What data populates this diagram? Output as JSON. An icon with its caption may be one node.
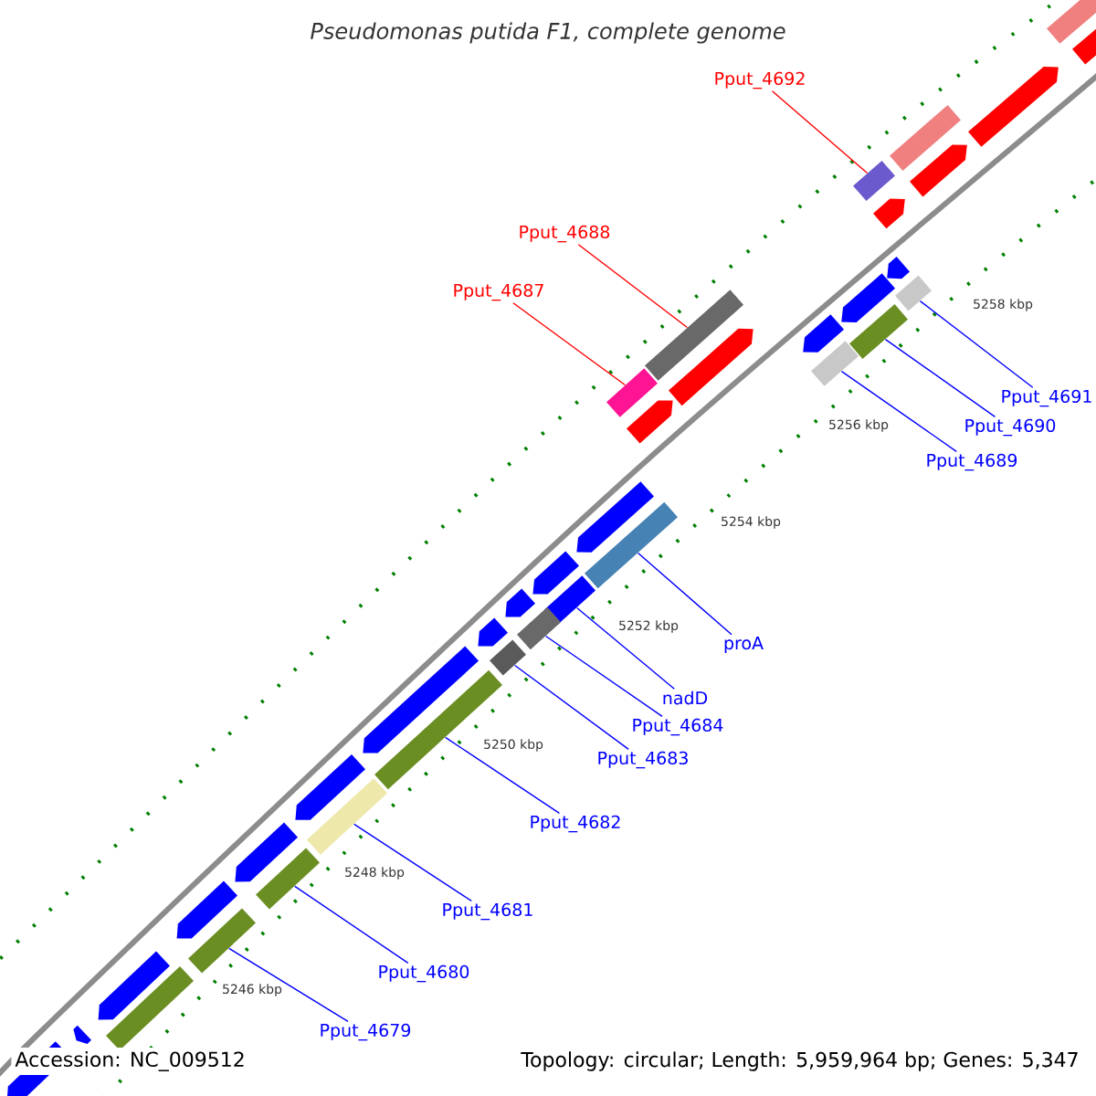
{
  "diagram": {
    "title": "Pseudomonas putida F1, complete genome",
    "nodes": [
      {
        "text": [
          "Pput_4692"
        ]
      },
      {
        "text": [],
        "shape": "bar"
      },
      {
        "text": [
          "Pput_4688"
        ]
      },
      {
        "text": [],
        "shape": "bar"
      },
      {
        "text": [
          "Pput_4687"
        ]
      },
      {
        "text": [],
        "shape": "bar"
      },
      {
        "text": [
          "Pput_4691"
        ]
      },
      {
        "text": [],
        "shape": "bar"
      },
      {
        "text": [
          "Pput_4690"
        ]
      },
      {
        "text": [],
        "shape": "bar"
      },
      {
        "text": [
          "Pput_4689"
        ]
      },
      {
        "text": [],
        "shape": "bar"
      },
      {
        "text": [
          "proA"
        ]
      },
      {
        "text": [],
        "shape": "bar"
      },
      {
        "text": [
          "nadD"
        ]
      },
      {
        "text": [],
        "shape": "bar"
      },
      {
        "text": [
          "Pput_4684"
        ]
      },
      {
        "text": [],
        "shape": "bar"
      },
      {
        "text": [
          "Pput_4683"
        ]
      },
      {
        "text": [],
        "shape": "bar"
      },
      {
        "text": [
          "Pput_4682"
        ]
      },
      {
        "text": [],
        "shape": "bar"
      },
      {
        "text": [
          "Pput_4681"
        ]
      },
      {
        "text": [],
        "shape": "bar"
      },
      {
        "text": [
          "Pput_4680"
        ]
      },
      {
        "text": [],
        "shape": "bar"
      },
      {
        "text": [
          "Pput_4679"
        ]
      },
      {
        "text": [],
        "shape": "bar"
      }
    ],
    "edges": [
      {
        "from": 0,
        "to": 1,
        "arrow": "none",
        "color": "#ff0000"
      },
      {
        "from": 2,
        "to": 3,
        "arrow": "none",
        "color": "#ff0000"
      },
      {
        "from": 4,
        "to": 5,
        "arrow": "none",
        "color": "#ff0000"
      },
      {
        "from": 6,
        "to": 7,
        "arrow": "none"
      },
      {
        "from": 8,
        "to": 9,
        "arrow": "none"
      },
      {
        "from": 10,
        "to": 11,
        "arrow": "none"
      },
      {
        "from": 12,
        "to": 13,
        "arrow": "none"
      },
      {
        "from": 14,
        "to": 15,
        "arrow": "none"
      },
      {
        "from": 16,
        "to": 17,
        "arrow": "none"
      },
      {
        "from": 18,
        "to": 19,
        "arrow": "none"
      },
      {
        "from": 20,
        "to": 21,
        "arrow": "none"
      },
      {
        "from": 22,
        "to": 23,
        "arrow": "none"
      },
      {
        "from": 24,
        "to": 25,
        "arrow": "none"
      },
      {
        "from": 26,
        "to": 27,
        "arrow": "none"
      }
    ],
    "labels": [
      "5258 kbp",
      "5256 kbp",
      "5254 kbp",
      "5252 kbp",
      "5250 kbp",
      "5248 kbp",
      "5246 kbp",
      "Accession: NC_009512",
      "Topology: circular; Length: 5,959,964 bp; Genes: 5,347"
    ]
  }
}
